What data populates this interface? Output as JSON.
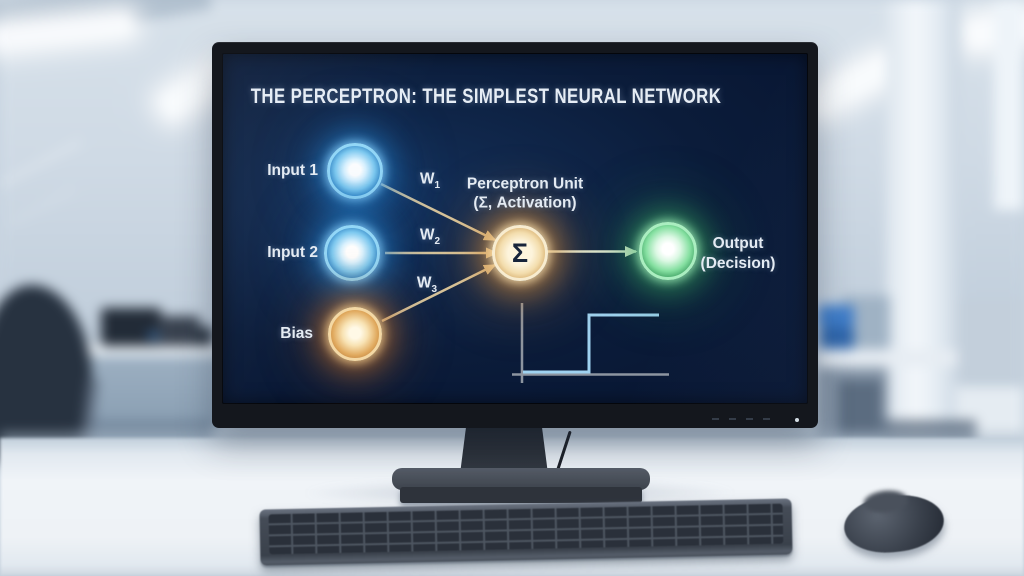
{
  "screen": {
    "title": "THE PERCEPTRON: THE SIMPLEST NEURAL NETWORK",
    "inputs": [
      {
        "id": "input1",
        "label": "Input 1"
      },
      {
        "id": "input2",
        "label": "Input 2"
      },
      {
        "id": "bias",
        "label": "Bias"
      }
    ],
    "weights": [
      {
        "base": "W",
        "sub": "1"
      },
      {
        "base": "W",
        "sub": "2"
      },
      {
        "base": "W",
        "sub": "3"
      }
    ],
    "perceptron": {
      "symbol": "Σ",
      "label_line1": "Perceptron Unit",
      "label_line2": "(Σ, Activation)"
    },
    "output": {
      "label_line1": "Output",
      "label_line2": "(Decision)"
    },
    "activation_plot": {
      "type": "step-function"
    },
    "colors": {
      "screen_bg": "#0b1c3a",
      "title_text": "#e6edf5",
      "label_text": "#e4ebf3",
      "sigma_text": "#17243a",
      "input_node_glow": "#2b8fd6",
      "bias_node_glow": "#cd7a2d",
      "perceptron_node_glow": "#e1963c",
      "output_node_glow": "#3caf64",
      "arrow": "#d9c69c",
      "output_arrow": "#e2ead6",
      "axis": "#8d95a0",
      "step_line": "#9fd2f0"
    }
  }
}
